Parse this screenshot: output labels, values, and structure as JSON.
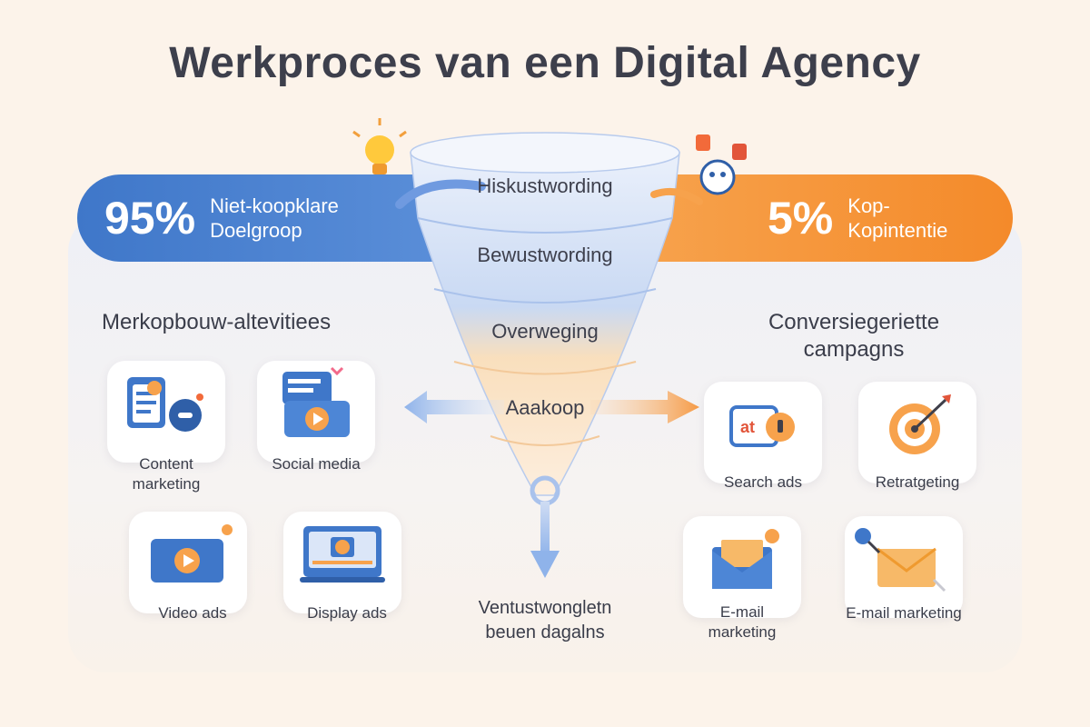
{
  "title": "Werkproces van een Digital Agency",
  "colors": {
    "blue": "#3f77c9",
    "orange": "#f48a2a",
    "background": "#fcf3ea"
  },
  "left_banner": {
    "percent": "95%",
    "label_line1": "Niet-koopklare",
    "label_line2": "Doelgroop"
  },
  "right_banner": {
    "percent": "5%",
    "label_line1": "Kop-",
    "label_line2": "Kopintentie"
  },
  "funnel": {
    "stages": [
      "Hiskustwording",
      "Bewustwording",
      "Overweging",
      "Aaakoop"
    ],
    "bottom_label_line1": "Ventustwongletn",
    "bottom_label_line2": "beuen dagalns"
  },
  "left_section": {
    "heading": "Merkopbouw-altevitiees",
    "cards": [
      {
        "icon": "content-document-icon",
        "label_line1": "Content",
        "label_line2": "marketing"
      },
      {
        "icon": "social-media-play-icon",
        "label_line1": "Social media",
        "label_line2": ""
      },
      {
        "icon": "video-play-icon",
        "label_line1": "Video ads",
        "label_line2": ""
      },
      {
        "icon": "display-monitor-icon",
        "label_line1": "Display ads",
        "label_line2": ""
      }
    ]
  },
  "right_section": {
    "heading_line1": "Conversiegeriette",
    "heading_line2": "campagns",
    "cards": [
      {
        "icon": "search-at-icon",
        "icon_text": "at",
        "label_line1": "Search ads",
        "label_line2": ""
      },
      {
        "icon": "target-icon",
        "label_line1": "Retratgeting",
        "label_line2": ""
      },
      {
        "icon": "email-envelope-icon",
        "label_line1": "E-mail",
        "label_line2": "marketing"
      },
      {
        "icon": "email-search-icon",
        "label_line1": "E-mail marketing",
        "label_line2": ""
      }
    ]
  }
}
